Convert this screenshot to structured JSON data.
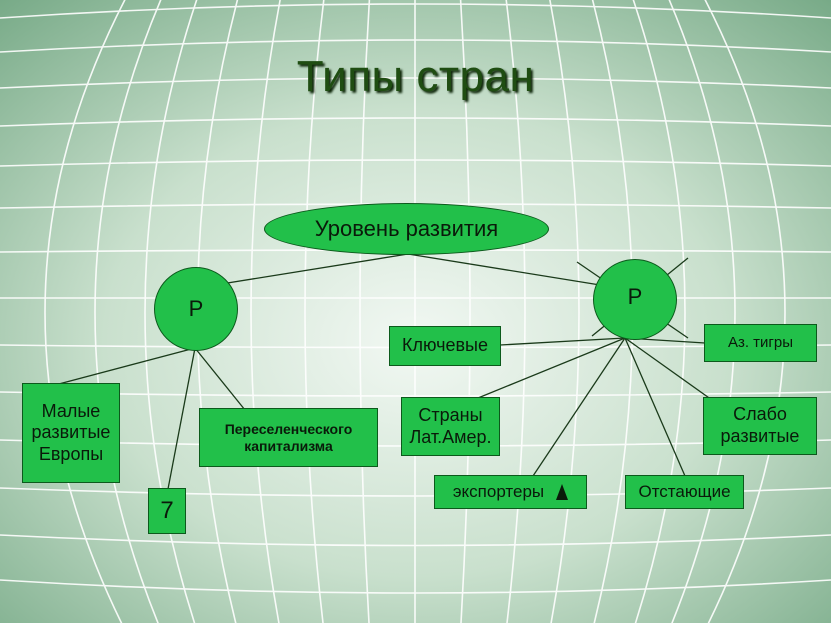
{
  "title": "Типы стран",
  "root": {
    "label": "Уровень развития"
  },
  "left_node": {
    "label": "Р"
  },
  "right_node": {
    "label": "Р"
  },
  "boxes": {
    "small_europe": "Малые развитые Европы",
    "settler_capitalism": "Переселенческого капитализма",
    "seven": "7",
    "key": "Ключевые",
    "latam": "Страны Лат.Амер.",
    "exporters": "экспортеры",
    "lagging": "Отстающие",
    "asian_tigers": "Аз. тигры",
    "weak": "Слабо развитые"
  },
  "colors": {
    "background": "#8fbf9a",
    "node_fill": "#22c04a",
    "border": "#0c5a1c",
    "title": "#1f4d12"
  }
}
